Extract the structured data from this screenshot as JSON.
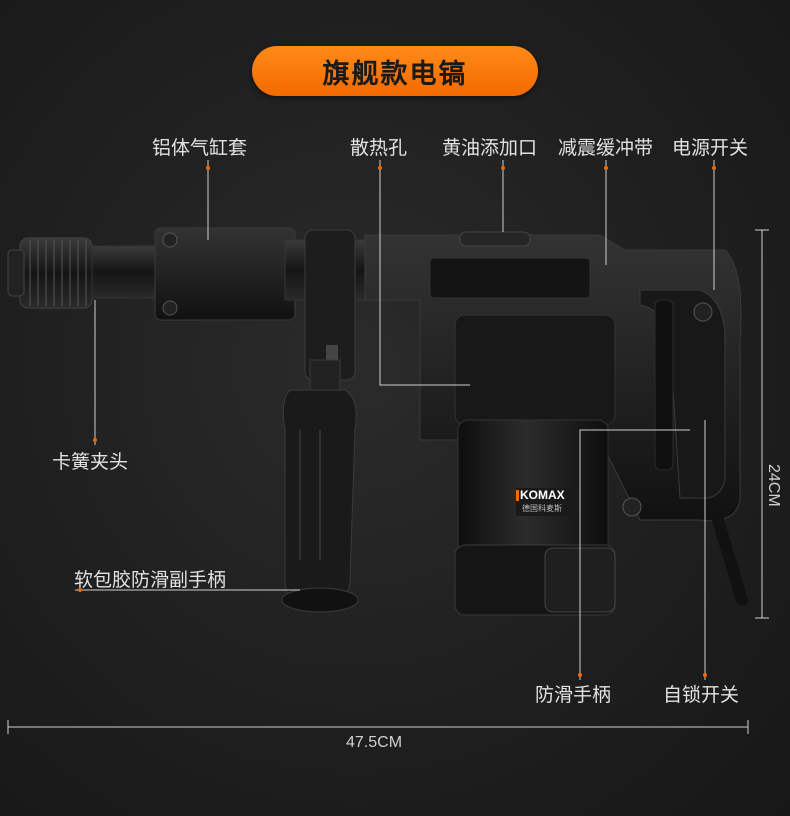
{
  "title": "旗舰款电镐",
  "labels": {
    "cylinder_sleeve": "铝体气缸套",
    "vent_holes": "散热孔",
    "oil_port": "黄油添加口",
    "shock_band": "减震缓冲带",
    "power_switch": "电源开关",
    "chuck": "卡簧夹头",
    "aux_handle": "软包胶防滑副手柄",
    "grip": "防滑手柄",
    "lock_switch": "自锁开关"
  },
  "dimensions": {
    "length": "47.5CM",
    "height": "24CM"
  },
  "brand": {
    "name": "KOMAX",
    "subtitle": "德国科麦斯"
  },
  "colors": {
    "accent": "#f26a00",
    "background": "#1f1f1f",
    "text": "#e2e2e2"
  }
}
